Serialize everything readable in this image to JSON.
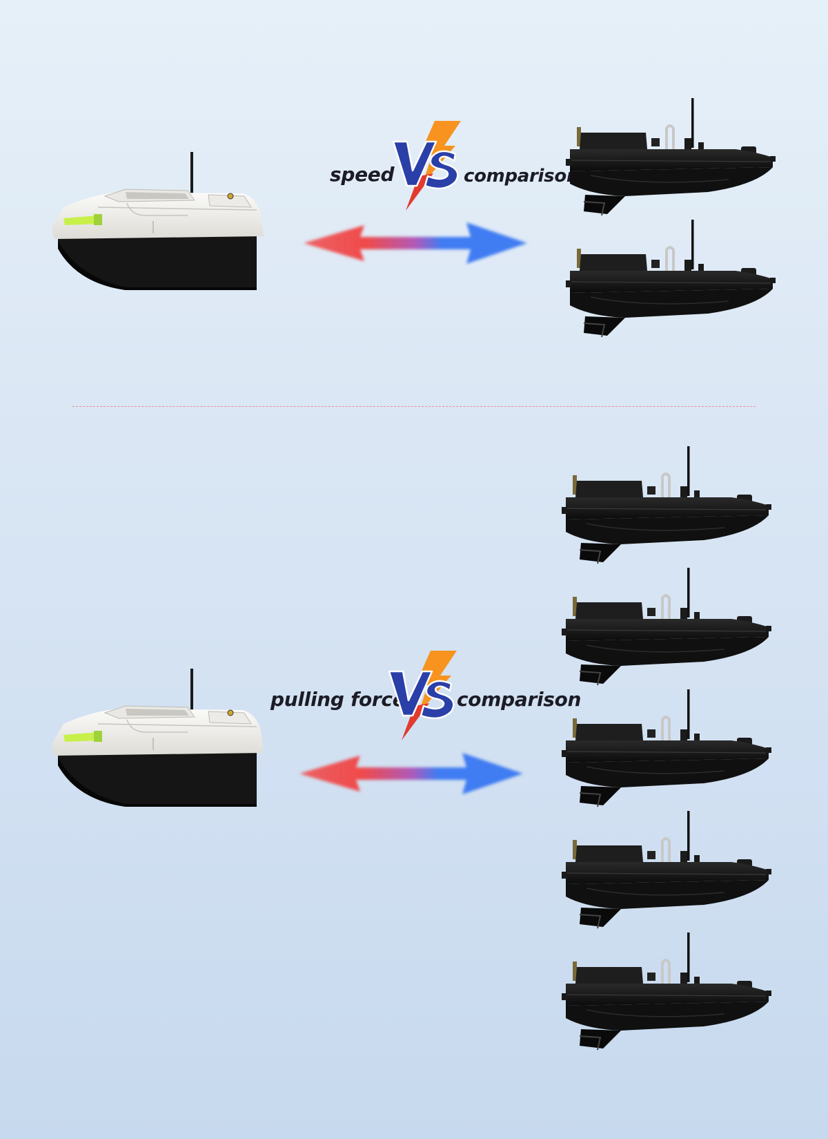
{
  "sections": [
    {
      "left_label": "speed",
      "vs_text": "VS",
      "right_label": "comparison",
      "competitor_boat_count": 2
    },
    {
      "left_label": "pulling force",
      "vs_text": "VS",
      "right_label": "comparison",
      "competitor_boat_count": 5
    }
  ],
  "colors": {
    "background_top": "#e6f0f9",
    "background_bottom": "#c7d9ee",
    "vs_blue": "#2a3fa8",
    "vs_orange": "#f7931e",
    "vs_red": "#e23b2e",
    "arrow_red": "#f04a4a",
    "arrow_blue": "#3f7cf2",
    "divider": "#e58f95",
    "white_boat_hull": "#f2f1ee",
    "black_boat": "#141414",
    "headlight": "#c8f04a"
  },
  "icons": [
    "white-bait-boat",
    "black-bait-boat",
    "vs-lightning-logo",
    "double-arrow"
  ]
}
